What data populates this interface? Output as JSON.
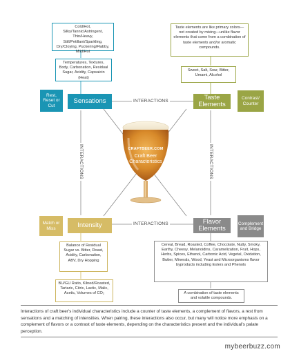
{
  "colors": {
    "sensations": "#1a95b4",
    "taste": "#9aa545",
    "intensity": "#d6bc66",
    "flavor": "#8a8a8a"
  },
  "center": {
    "brand": "CRAFTBEER.COM",
    "title": "Craft Beer Characteristics"
  },
  "interactions_label": "INTERACTIONS",
  "sensations": {
    "label": "Sensations",
    "side": "Rest, Reset or Cut",
    "box_top": "Cold/Hot, Silky/Tannic/Astringent, Thin/Heavy, Still/Petillant/Sparkling, Dry/Cloying, Puckering/Flabby, Mild/Hot",
    "box_mid": "Temperatures, Textures, Body, Carbonation, Residual Sugar, Acidity, Capsaicin (Heat)"
  },
  "taste": {
    "label": "Taste Elements",
    "side": "Contrast/ Counter",
    "box_top": "Taste elements are like primary colors—not created by mixing—unlike flavor elements that come from a combination of taste elements and/or aromatic compounds.",
    "box_mid": "Sweet, Salt, Sour, Bitter, Umami, Alcohol"
  },
  "intensity": {
    "label": "Intensity",
    "side": "Match or Miss",
    "box_mid": "Balance of Residual Sugar vs. Bitter, Roast, Acidity, Carbonation, ABV, Dry Hopping",
    "box_bottom": "BU/GU Ratio, Kilned/Roasted, Tartaric, Citric, Lactic, Malic, Acetic, Volumes of CO₂"
  },
  "flavor": {
    "label": "Flavor Elements",
    "side": "Complement and Bridge",
    "box_mid": "Cereal, Bread, Roasted, Coffee, Chocolate, Nutty, Smoky, Earthy, Cheesy, Melanoidins, Caramelization, Fruit, Hops, Herbs, Spices, Ethanol, Carbonic Acid, Vegetal, Oxidation, Butter, Minerals, Wood, Yeast and Microorganisms flavor byproducts including Esters and Phenols",
    "box_bottom": "A combination of taste elements and volatile compounds."
  },
  "caption": "Interactions of craft beer's individual characteristics include a counter of taste elements, a complement of flavors, a rest from sensations and a matching of intensities. When pairing, these interactions also occur, but many will notice more emphasis on a complement of flavors or a contrast of taste elements, depending on the characteristics present and the individual's palate perception.",
  "watermark": "mybeerbuzz.com"
}
